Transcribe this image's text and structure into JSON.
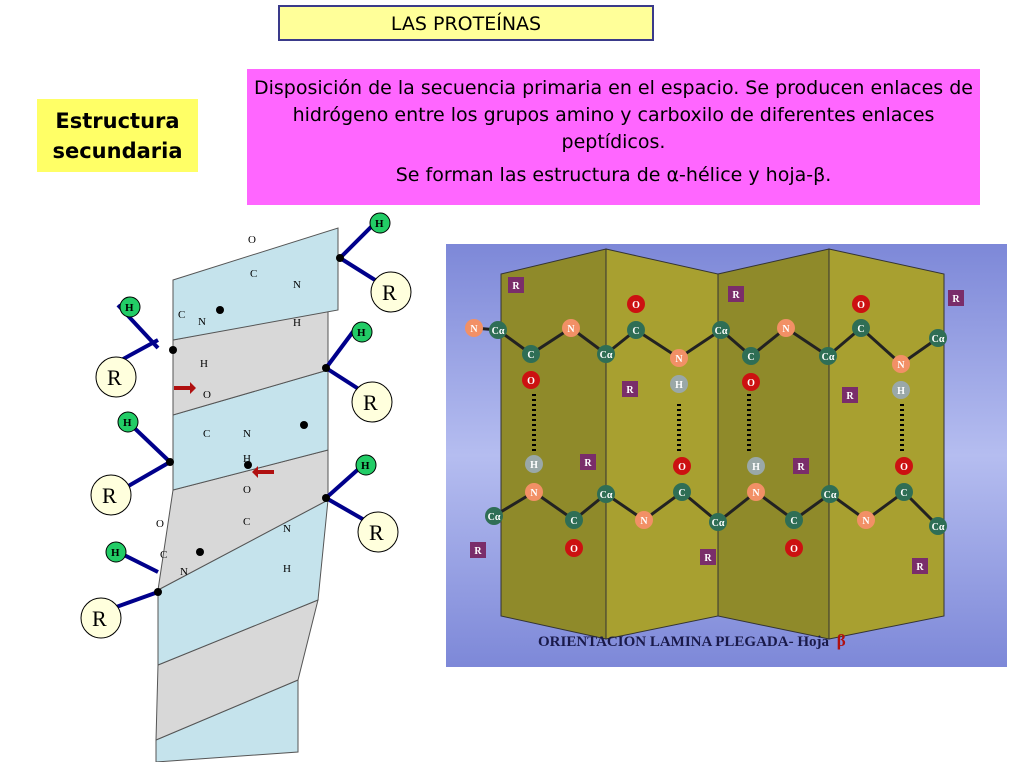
{
  "header": {
    "title": "LAS PROTEÍNAS"
  },
  "label": {
    "line1": "Estructura",
    "line2": "secundaria"
  },
  "description": {
    "paragraph1": "Disposición de la secuencia primaria en el espacio. Se producen enlaces de hidrógeno entre los grupos amino y carboxilo de diferentes enlaces peptídicos.",
    "paragraph2": "Se forman las estructura de α-hélice y hoja-β."
  },
  "helix_diagram": {
    "atoms": {
      "H": "H",
      "R": "R",
      "C": "C",
      "N": "N",
      "O": "O"
    },
    "colors": {
      "ribbon": "#c5e3ec",
      "ribbon_shadow": "#d8d8d8",
      "hydrogen": "#22cc66",
      "r_group": "#ffffdd",
      "bond": "#00008b"
    }
  },
  "sheet_diagram": {
    "caption": "ORIENTACION LAMINA PLEGADA- Hoja",
    "caption_symbol": "β",
    "atoms": {
      "ca": "Cα",
      "c": "C",
      "n": "N",
      "o": "O",
      "h": "H",
      "r": "R"
    },
    "colors": {
      "background": "#8e98e2",
      "panel": "#a39b2e",
      "carbon": "#2f6e55",
      "nitrogen": "#f29066",
      "oxygen": "#cc1111",
      "hydrogen": "#9aa8a8",
      "r_group": "#7a2d6a"
    }
  }
}
